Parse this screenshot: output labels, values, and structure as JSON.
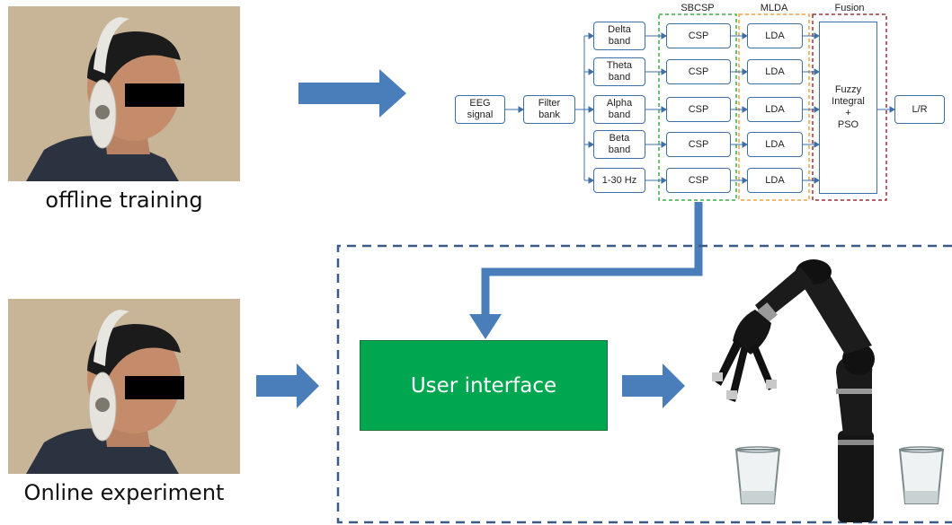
{
  "photos": {
    "top_caption": "offline training",
    "bottom_caption": "Online experiment"
  },
  "pipeline": {
    "input": "EEG\nsignal",
    "filter": "Filter\nbank",
    "bands": [
      "Delta\nband",
      "Theta\nband",
      "Alpha\nband",
      "Beta\nband",
      "1-30 Hz"
    ],
    "csp_label": "CSP",
    "lda_label": "LDA",
    "fusion_box": "Fuzzy\nIntegral\n+\nPSO",
    "output": "L/R",
    "groups": {
      "sbcsp": "SBCSP",
      "mlda": "MLDA",
      "fusion": "Fusion"
    },
    "colors": {
      "sbcsp": "#3cb043",
      "mlda": "#f0a040",
      "fusion": "#a0303a",
      "box_border": "#3e6fa8"
    }
  },
  "online": {
    "ui_label": "User interface",
    "ui_color": "#00a650"
  },
  "icons": {
    "big_arrow": "block-arrow-right-icon",
    "robot_arm": "robot-arm-icon",
    "glass": "glass-cup-icon"
  }
}
